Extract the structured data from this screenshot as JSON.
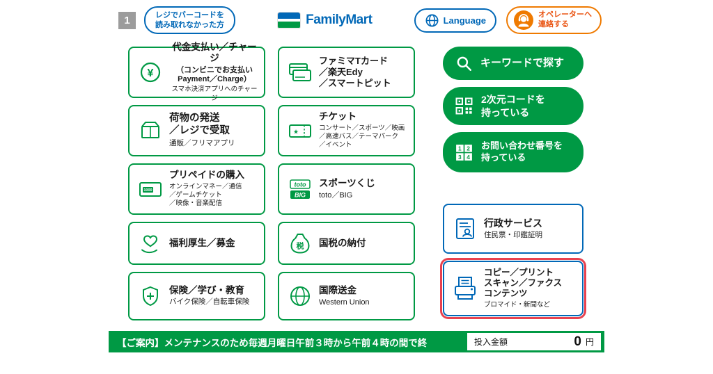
{
  "colors": {
    "green": "#009944",
    "blue": "#0168b7",
    "orange": "#ef7a00",
    "highlight_red": "#e8424f"
  },
  "header": {
    "step": "1",
    "barcode_button": "レジでバーコードを\n読み取れなかった方",
    "brand": "FamilyMart",
    "language": "Language",
    "operator": "オペレーターへ\n連絡する"
  },
  "menu_col1": [
    {
      "icon": "yen-circle-icon",
      "title": "代金支払い／チャージ",
      "subtitle": "（コンビニでお支払い\nPayment／Charge）",
      "note": "スマホ決済アプリへのチャージ"
    },
    {
      "icon": "package-icon",
      "title": "荷物の発送\n／レジで受取",
      "note": "通販／フリマアプリ"
    },
    {
      "icon": "prepaid-card-icon",
      "title": "プリペイドの購入",
      "note": "オンラインマネー／通信\n／ゲームチケット\n／映像・音楽配信"
    },
    {
      "icon": "heart-hand-icon",
      "title": "福利厚生／募金"
    },
    {
      "icon": "shield-icon",
      "title": "保険／学び・教育",
      "note": "バイク保険／自転車保険"
    }
  ],
  "menu_col2": [
    {
      "icon": "cards-icon",
      "title": "ファミマTカード\n／楽天Edy\n／スマートピット"
    },
    {
      "icon": "ticket-icon",
      "title": "チケット",
      "note": "コンサート／スポーツ／映画\n／高速バス／テーマパーク\n／イベント"
    },
    {
      "icon": "toto-big-icon",
      "title": "スポーツくじ",
      "note": "toto／BIG"
    },
    {
      "icon": "tax-bag-icon",
      "title": "国税の納付"
    },
    {
      "icon": "globe-money-icon",
      "title": "国際送金",
      "note": "Western Union"
    }
  ],
  "menu_col3": {
    "search": "キーワードで探す",
    "qr": "2次元コードを\n持っている",
    "inquiry": "お問い合わせ番号を\n持っている",
    "gov": {
      "icon": "document-person-icon",
      "title": "行政サービス",
      "note": "住民票・印鑑証明"
    },
    "copy": {
      "icon": "copier-icon",
      "title": "コピー／プリント\nスキャン／ファクス\nコンテンツ",
      "note": "ブロマイド・新聞など"
    }
  },
  "footer": {
    "notice": "【ご案内】メンテナンスのため毎週月曜日午前３時から午前４時の間で終",
    "amount_label": "投入金額",
    "amount_value": "0",
    "amount_unit": "円"
  }
}
